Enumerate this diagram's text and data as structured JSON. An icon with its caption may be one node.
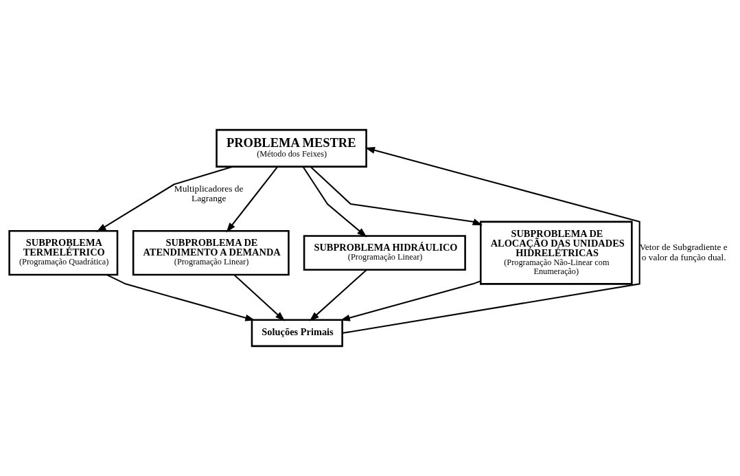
{
  "diagram": {
    "nodes": [
      {
        "text": [
          "PROBLEMA MESTRE",
          "(Método dos Feixes)"
        ]
      },
      {
        "text": [
          "SUBPROBLEMA TERMELÉTRICO",
          "(Programação Quadrática)"
        ]
      },
      {
        "text": [
          "SUBPROBLEMA DE ATENDIMENTO A DEMANDA",
          "(Programação Linear)"
        ]
      },
      {
        "text": [
          "SUBPROBLEMA HIDRÁULICO",
          "(Programação Linear)"
        ]
      },
      {
        "text": [
          "SUBPROBLEMA DE ALOCAÇÃO DAS UNIDADES HIDRELÉTRICAS",
          "(Programação Não-Linear com Enumeração)"
        ]
      },
      {
        "text": [
          "Soluções Primais"
        ]
      }
    ],
    "edges": [
      {
        "from": 0,
        "to": 1,
        "arrow": "to",
        "label": "Multiplicadores de Lagrange"
      },
      {
        "from": 0,
        "to": 2,
        "arrow": "to"
      },
      {
        "from": 0,
        "to": 3,
        "arrow": "to"
      },
      {
        "from": 0,
        "to": 4,
        "arrow": "to"
      },
      {
        "from": 1,
        "to": 5,
        "arrow": "to"
      },
      {
        "from": 2,
        "to": 5,
        "arrow": "to"
      },
      {
        "from": 3,
        "to": 5,
        "arrow": "to"
      },
      {
        "from": 4,
        "to": 5,
        "arrow": "to"
      },
      {
        "from": 5,
        "to": 0,
        "arrow": "to",
        "label": "Vetor de Subgradiente e o valor da função dual."
      }
    ]
  }
}
